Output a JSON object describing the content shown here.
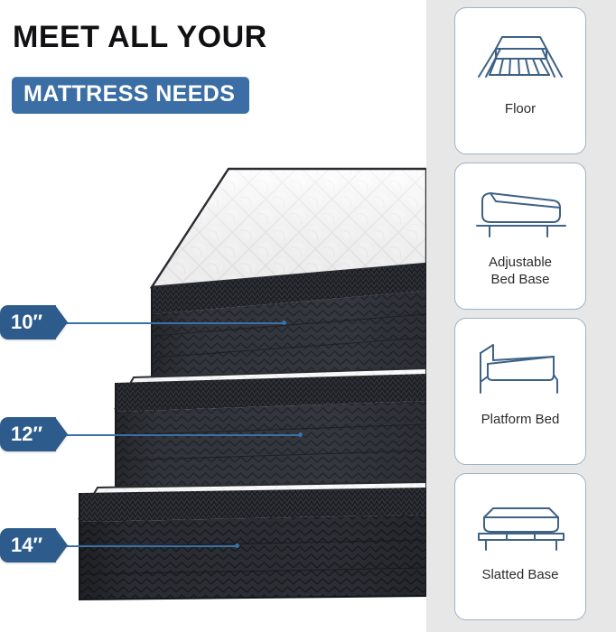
{
  "headline": {
    "line1": "MEET ALL YOUR",
    "badge": "MATTRESS NEEDS"
  },
  "colors": {
    "badge_blue": "#3b6ea5",
    "callout_blue": "#2c5b8c",
    "leader_line": "#3a72a8",
    "panel_gray": "#e7e7e7",
    "card_border": "#9fb3c6",
    "icon_stroke": "#3e6286",
    "mattress_dark": "#2f3238",
    "mattress_top_white": "#f7f7f8",
    "headline_text": "#111114"
  },
  "callouts": [
    {
      "label": "10″",
      "icon": "height-callout-10"
    },
    {
      "label": "12″",
      "icon": "height-callout-12"
    },
    {
      "label": "14″",
      "icon": "height-callout-14"
    }
  ],
  "cards": [
    {
      "label": "Floor",
      "icon": "mattress-on-floor-icon"
    },
    {
      "label": "Adjustable\nBed Base",
      "label_line1": "Adjustable",
      "label_line2": "Bed Base",
      "icon": "adjustable-bed-base-icon"
    },
    {
      "label": "Platform Bed",
      "icon": "platform-bed-icon"
    },
    {
      "label": "Slatted Base",
      "icon": "slatted-base-icon"
    }
  ],
  "product": {
    "image_alt": "stacked-mattresses-photo",
    "layers": [
      {
        "height": "10″"
      },
      {
        "height": "12″"
      },
      {
        "height": "14″"
      }
    ]
  }
}
